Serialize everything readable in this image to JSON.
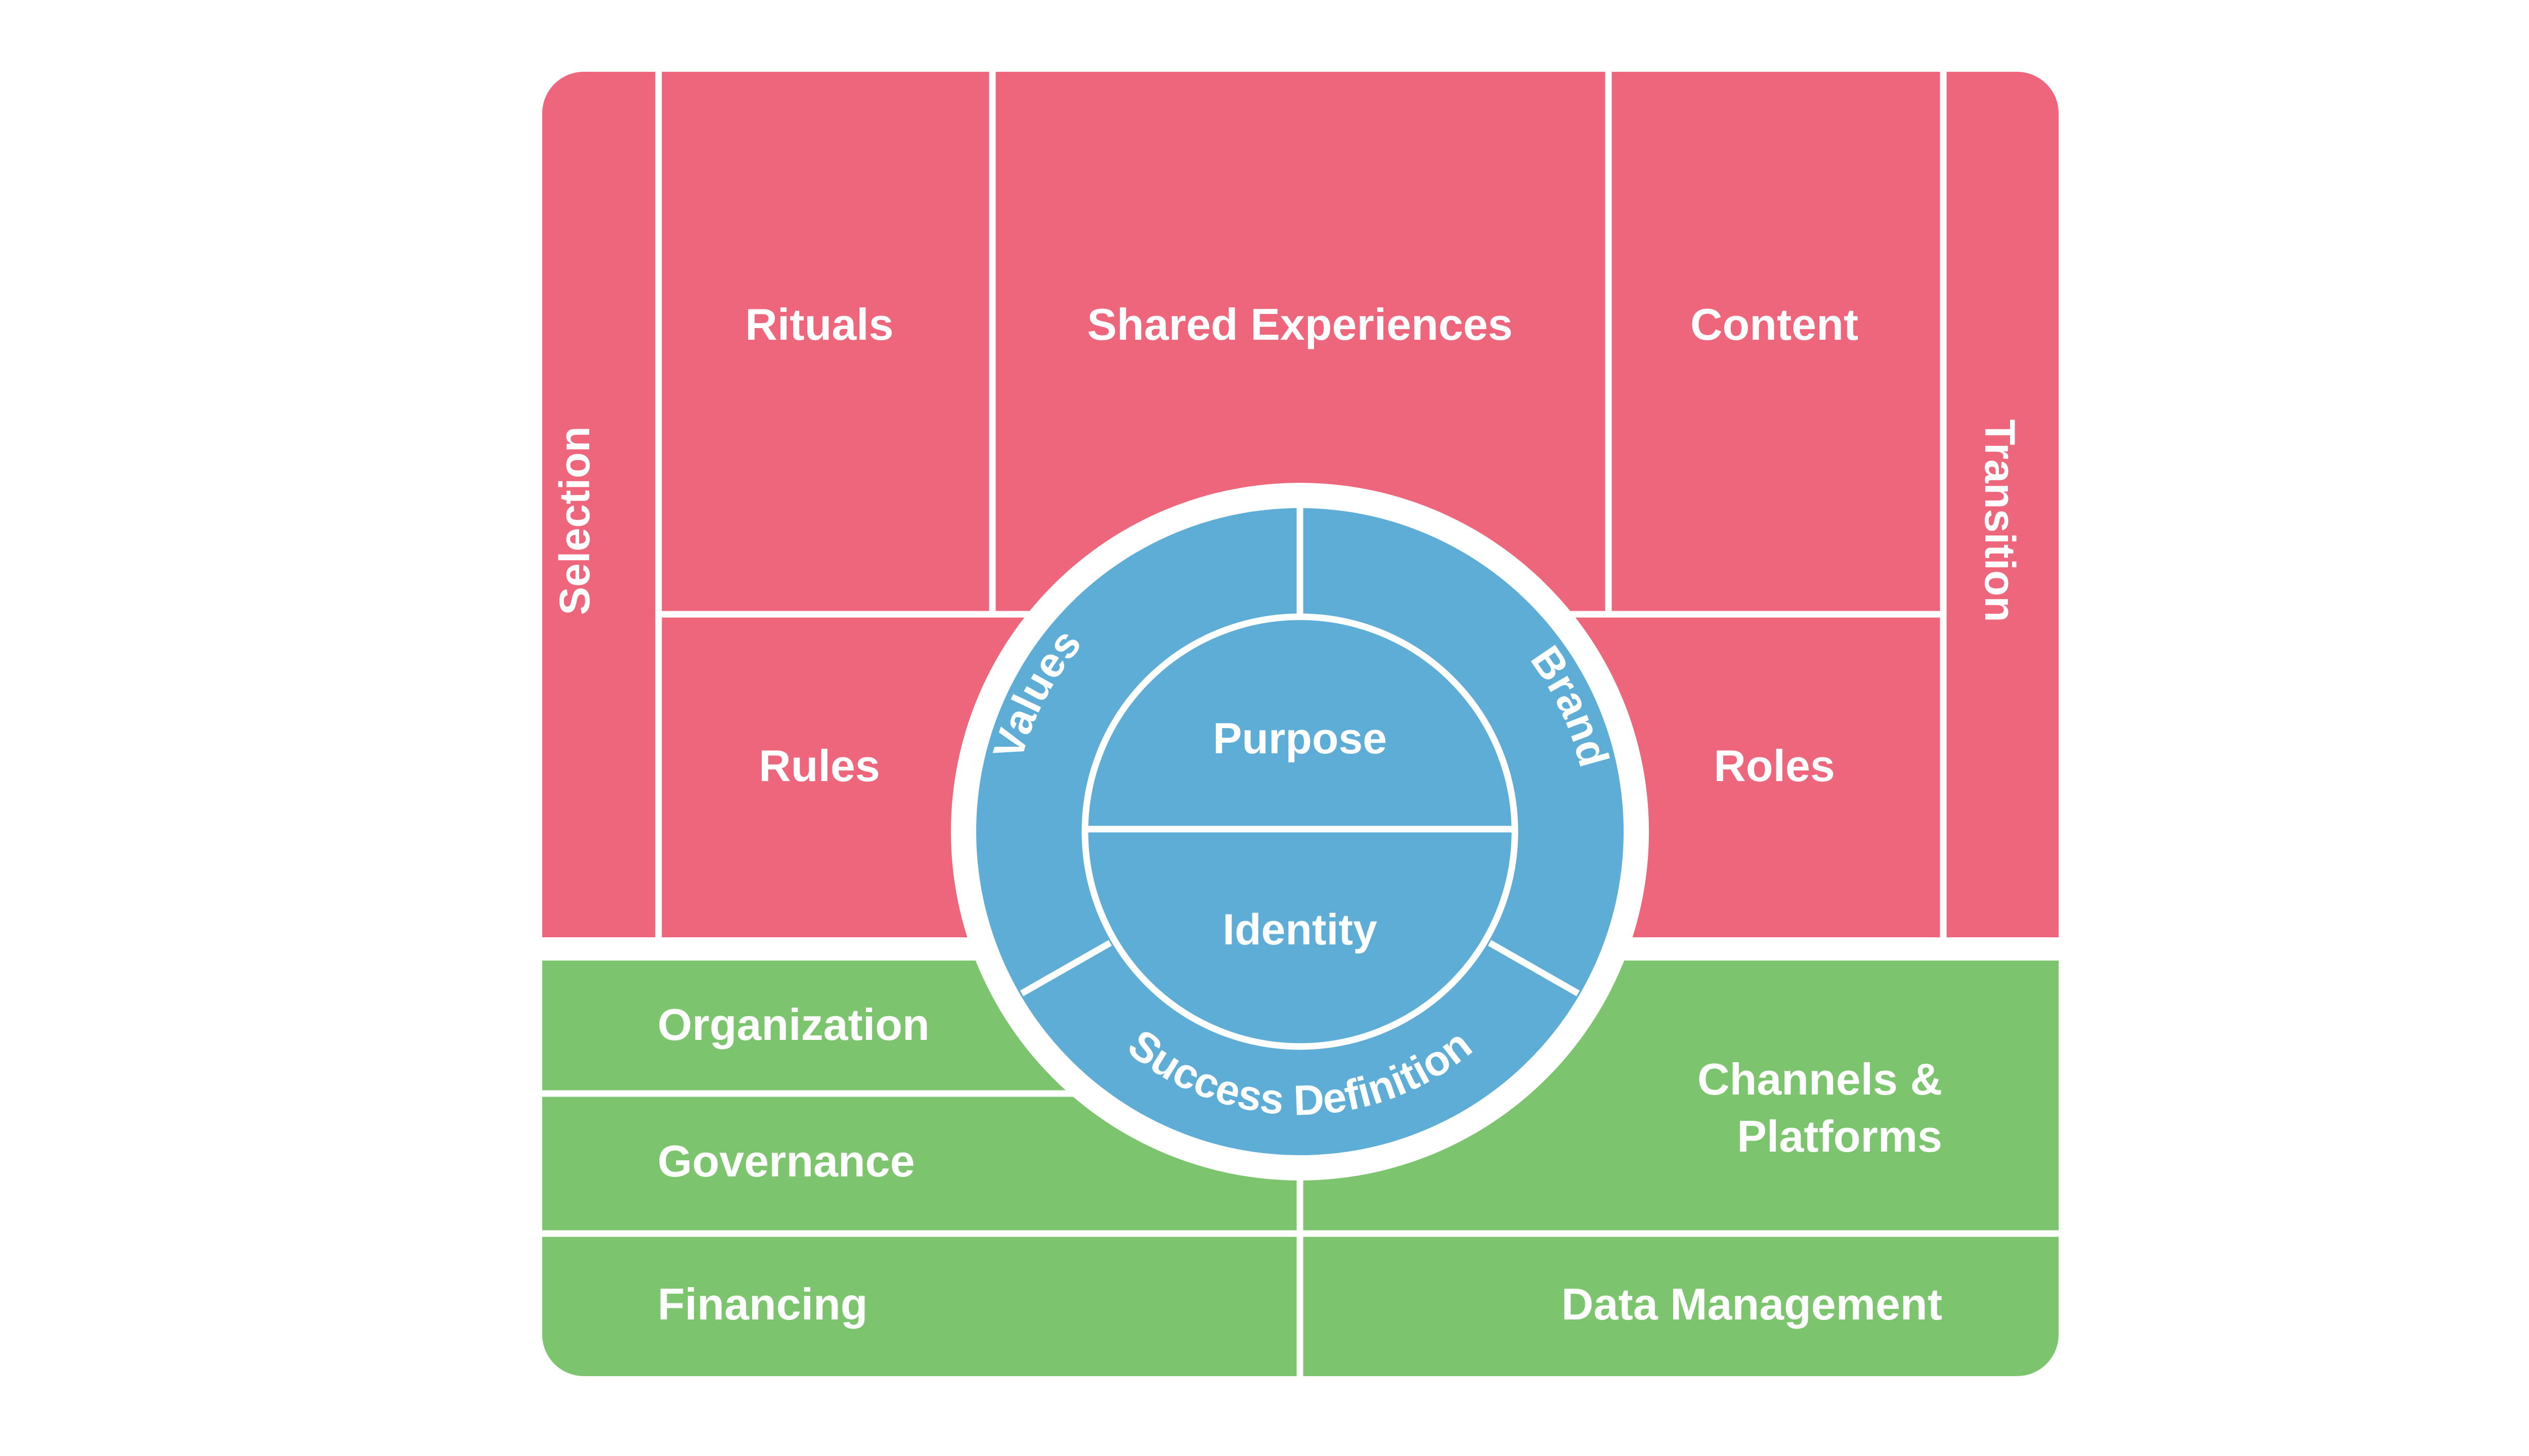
{
  "colors": {
    "pink": "#ee667b",
    "green": "#7dc46e",
    "blue": "#5dadd6",
    "white": "#ffffff"
  },
  "blocks": {
    "selection": "Selection",
    "rituals": "Rituals",
    "shared_experiences": "Shared Experiences",
    "content": "Content",
    "transition": "Transition",
    "rules": "Rules",
    "roles": "Roles",
    "organization": "Organization",
    "governance": "Governance",
    "financing": "Financing",
    "channels_line1": "Channels &",
    "channels_line2": "Platforms",
    "data_management": "Data Management"
  },
  "core": {
    "values": "Values",
    "brand": "Brand",
    "purpose": "Purpose",
    "identity": "Identity",
    "success_definition": "Success Definition"
  }
}
